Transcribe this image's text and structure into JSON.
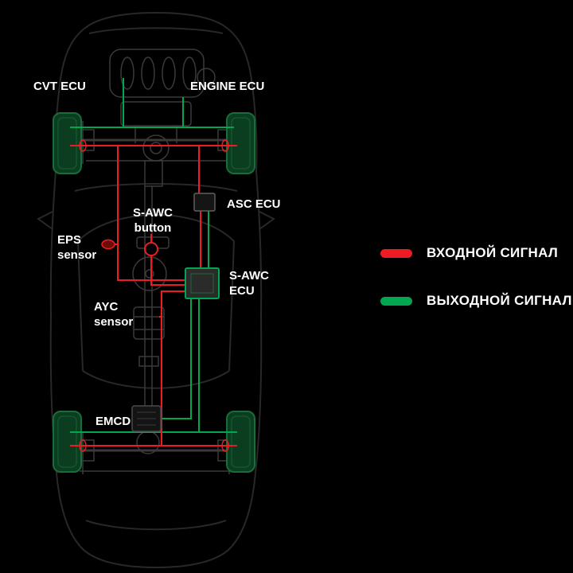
{
  "diagram": {
    "labels": {
      "cvt_ecu": "CVT ECU",
      "engine_ecu": "ENGINE ECU",
      "asc_ecu": "ASC ECU",
      "sawc_button": {
        "line1": "S-AWC",
        "line2": "button"
      },
      "eps_sensor": {
        "line1": "EPS",
        "line2": "sensor"
      },
      "sawc_ecu": {
        "line1": "S-AWC",
        "line2": "ECU"
      },
      "ayc_sensor": {
        "line1": "AYC",
        "line2": "sensor"
      },
      "emcd": "EMCD"
    },
    "legend": [
      {
        "id": "input-signal",
        "label": "ВХОДНОЙ СИГНАЛ",
        "color": "#ed1c24"
      },
      {
        "id": "output-signal",
        "label": "ВЫХОДНОЙ СИГНАЛ",
        "color": "#00a650"
      }
    ],
    "colors": {
      "background": "#000000",
      "input_signal": "#ed1c24",
      "output_signal": "#00a650",
      "car_outline": "#282828",
      "mechanical": "#3a3a3a",
      "wheel_fill": "#0b3d20",
      "wheel_stroke": "#1c6b3a",
      "ecu_box_fill": "#2b2b2b",
      "label_text": "#ffffff"
    }
  }
}
